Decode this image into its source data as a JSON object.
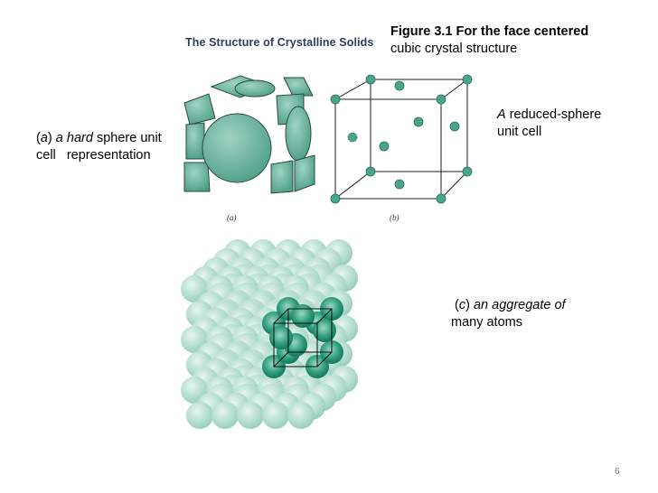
{
  "figure": {
    "title_bold": "Figure 3.1 For the face centered",
    "title_rest": "cubic crystal structure",
    "header": "The Structure of Crystalline Solids",
    "sublabel_a": "(a)",
    "sublabel_b": "(b)"
  },
  "captions": {
    "a": {
      "paren_open": "(",
      "letter": "a",
      "paren_close": ")",
      "italic_part": "a hard",
      "rest_line1": "sphere unit",
      "line2": "cell   representation"
    },
    "b": {
      "italic_part": "A",
      "rest_line1": "reduced-sphere",
      "line2": "unit cell"
    },
    "c": {
      "prefix": "(",
      "letter": "c",
      "close": ")",
      "italic_part": "an aggregate of",
      "line2": "many atoms"
    }
  },
  "page_number": "6",
  "colors": {
    "atom": "#5fb09a",
    "atom_dark": "#2e8a72",
    "atom_light": "#bfe3d7",
    "line": "#222222"
  }
}
